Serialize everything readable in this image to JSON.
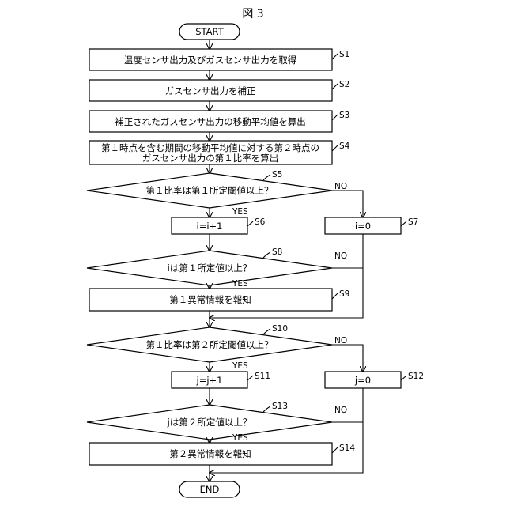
{
  "figure_title": "図 3",
  "start_label": "START",
  "end_label": "END",
  "steps": {
    "s1": {
      "text": "温度センサ出力及びガスセンサ出力を取得",
      "label": "S1"
    },
    "s2": {
      "text": "ガスセンサ出力を補正",
      "label": "S2"
    },
    "s3": {
      "text": "補正されたガスセンサ出力の移動平均値を算出",
      "label": "S3"
    },
    "s4": {
      "line1": "第１時点を含む期間の移動平均値に対する第２時点の",
      "line2": "ガスセンサ出力の第１比率を算出",
      "label": "S4"
    },
    "s5": {
      "text": "第１比率は第１所定閾値以上？",
      "label": "S5"
    },
    "s6": {
      "text": "i=i+1",
      "label": "S6"
    },
    "s7": {
      "text": "i=0",
      "label": "S7"
    },
    "s8": {
      "text": "iは第１所定値以上？",
      "label": "S8"
    },
    "s9": {
      "text": "第１異常情報を報知",
      "label": "S9"
    },
    "s10": {
      "text": "第１比率は第２所定閾値以上？",
      "label": "S10"
    },
    "s11": {
      "text": "j=j+1",
      "label": "S11"
    },
    "s12": {
      "text": "j=0",
      "label": "S12"
    },
    "s13": {
      "text": "jは第２所定値以上？",
      "label": "S13"
    },
    "s14": {
      "text": "第２異常情報を報知",
      "label": "S14"
    }
  },
  "branch": {
    "yes": "YES",
    "no": "NO"
  }
}
